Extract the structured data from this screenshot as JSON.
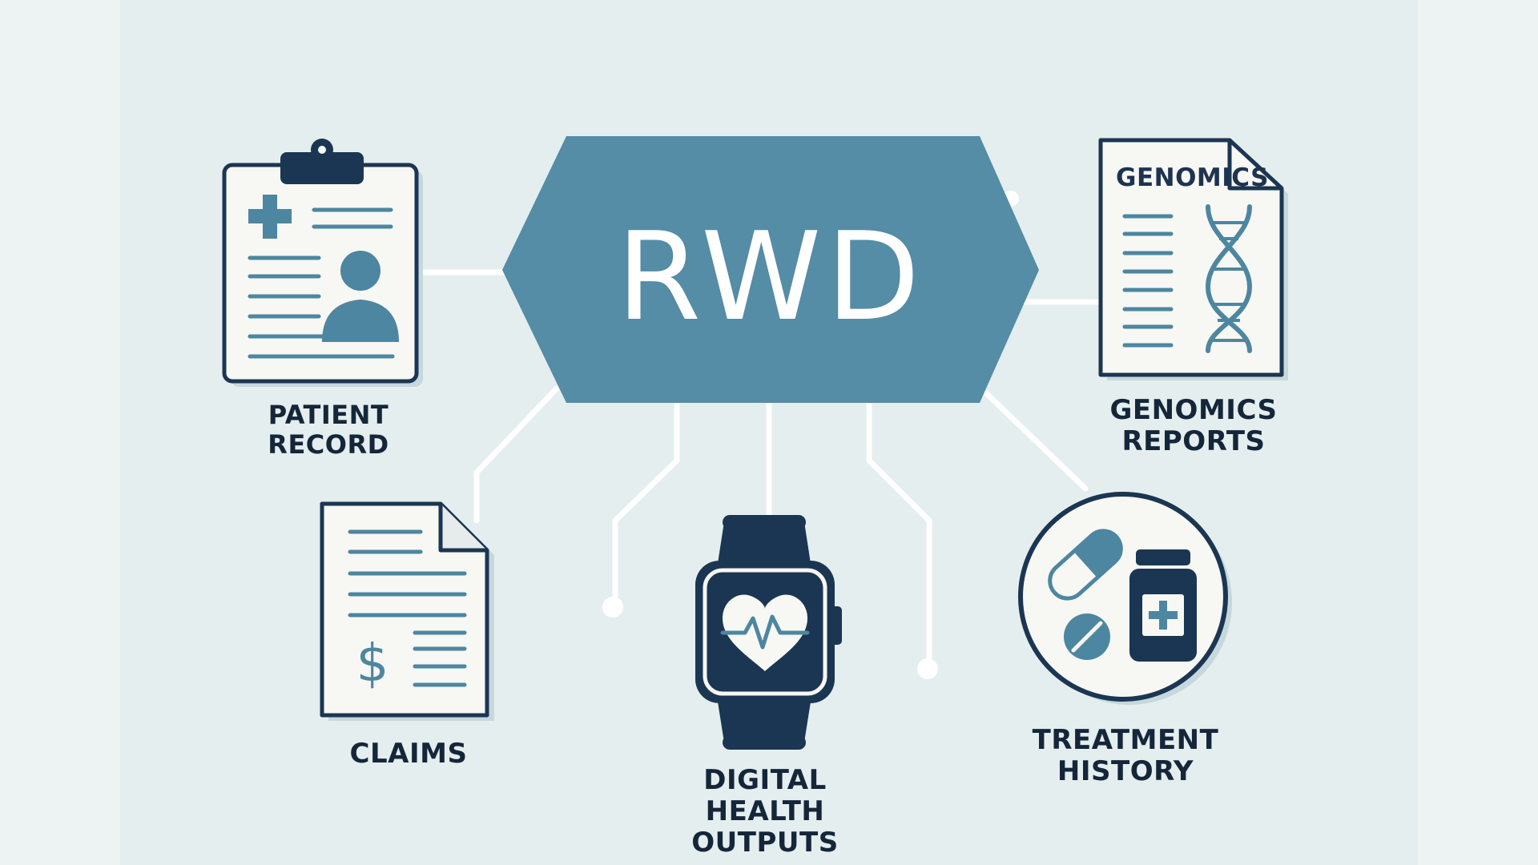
{
  "center": {
    "label": "RWD"
  },
  "nodes": {
    "patient_record": {
      "lines": [
        "PATIENT",
        "RECORD"
      ]
    },
    "genomics_reports": {
      "doc_title": "GENOMICS",
      "lines": [
        "GENOMICS",
        "REPORTS"
      ]
    },
    "claims": {
      "lines": [
        "CLAIMS"
      ],
      "currency_symbol": "$"
    },
    "digital_health": {
      "lines": [
        "DIGITAL",
        "HEALTH",
        "OUTPUTS"
      ]
    },
    "treatment_history": {
      "lines": [
        "TREATMENT",
        "HISTORY"
      ]
    }
  },
  "colors": {
    "background": "#e4eeee",
    "hexagon": "#558ca6",
    "navy": "#1b3652",
    "accent": "#4d86a0",
    "paper": "#f7f7f3",
    "connector": "#ffffff"
  }
}
